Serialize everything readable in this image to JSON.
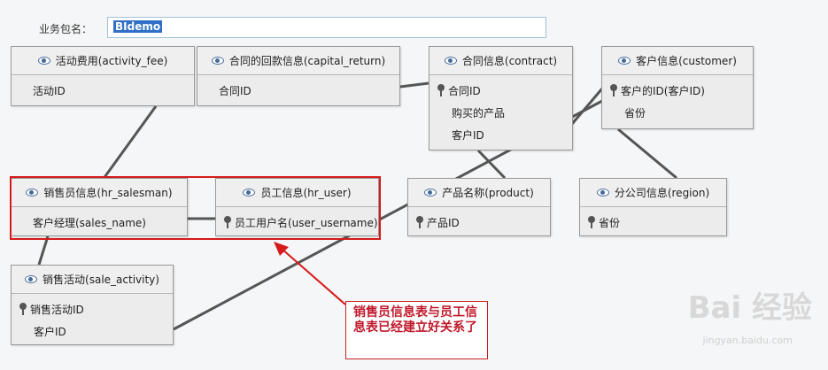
{
  "package": {
    "label": "业务包名：",
    "value": "BIdemo"
  },
  "entities": {
    "activity_fee": {
      "title": "活动费用(activity_fee)",
      "fields": [
        "活动ID"
      ]
    },
    "capital_return": {
      "title": "合同的回款信息(capital_return)",
      "fields": [
        "合同ID"
      ]
    },
    "contract": {
      "title": "合同信息(contract)",
      "fields": [
        "合同ID",
        "购买的产品",
        "客户ID"
      ]
    },
    "customer": {
      "title": "客户信息(customer)",
      "fields": [
        "客户的ID(客户ID)",
        "省份"
      ]
    },
    "hr_salesman": {
      "title": "销售员信息(hr_salesman)",
      "fields": [
        "客户经理(sales_name)"
      ]
    },
    "hr_user": {
      "title": "员工信息(hr_user)",
      "fields": [
        "员工用户名(user_username)"
      ]
    },
    "product": {
      "title": "产品名称(product)",
      "fields": [
        "产品ID"
      ]
    },
    "region": {
      "title": "分公司信息(region)",
      "fields": [
        "省份"
      ]
    },
    "sale_activity": {
      "title": "销售活动(sale_activity)",
      "fields": [
        "销售活动ID",
        "客户ID"
      ]
    }
  },
  "annotation": {
    "text": "销售员信息表与员工信息表已经建立好关系了"
  },
  "watermark": {
    "brand": "Bai 经验",
    "url": "jingyan.baidu.com"
  },
  "colors": {
    "highlight": "#d61a1a",
    "link_line": "#555555",
    "selection": "#2f6fc7"
  }
}
